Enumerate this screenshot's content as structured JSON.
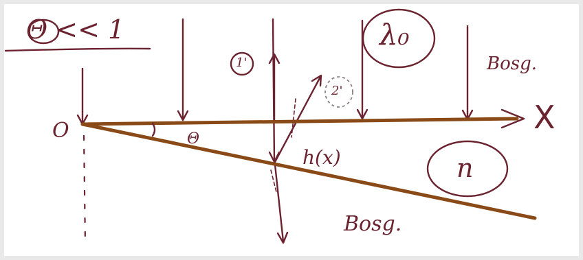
{
  "labels": {
    "condition": "Θ << 1",
    "wavelength": "λ₀",
    "beam_top": "Bosg.",
    "beam_bottom": "Bosg.",
    "axis": "X",
    "origin": "O",
    "angle": "Θ",
    "thickness": "h(x)",
    "index": "n",
    "ray1": "1'",
    "ray2": "2'"
  },
  "colors": {
    "ink": "#6b2330",
    "wedge": "#8a4a17",
    "background": "#e9e9e9",
    "sheet": "#ffffff"
  }
}
